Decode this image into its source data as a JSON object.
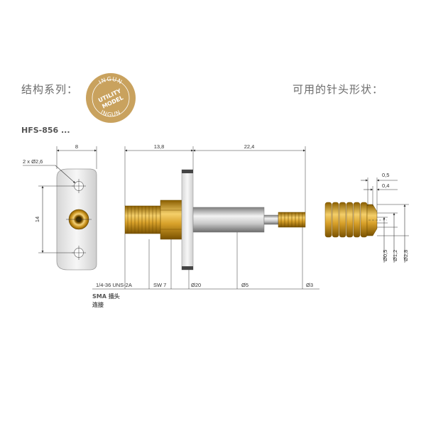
{
  "header": {
    "left_title": "结构系列：",
    "right_title": "可用的针头形状："
  },
  "badge": {
    "top_text": "INGUN",
    "line1": "UTILITY",
    "line2": "MODEL",
    "bottom_text": "INGUN",
    "color": "#c9a25e"
  },
  "model": "HFS-856 ...",
  "front_view": {
    "dim_width": "8",
    "dim_holes": "2 x Ø2,6",
    "dim_height": "14"
  },
  "side_view": {
    "dim_len1": "13,8",
    "dim_len2": "22,4",
    "thread": "1/4-36 UNS-2A",
    "wrench": "SW 7",
    "dia_flange": "Ø20",
    "dia_body": "Ø5",
    "dia_tip": "Ø3",
    "caption_line1": "SMA 插头",
    "caption_line2": "连接"
  },
  "tip_view": {
    "dim_05": "0,5",
    "dim_04": "0,4",
    "dia_05": "Ø0,5",
    "dia_12": "Ø1,2",
    "dia_28": "Ø2,8"
  },
  "colors": {
    "gold": "#d9a52a",
    "steel": "#c8c8c8"
  }
}
